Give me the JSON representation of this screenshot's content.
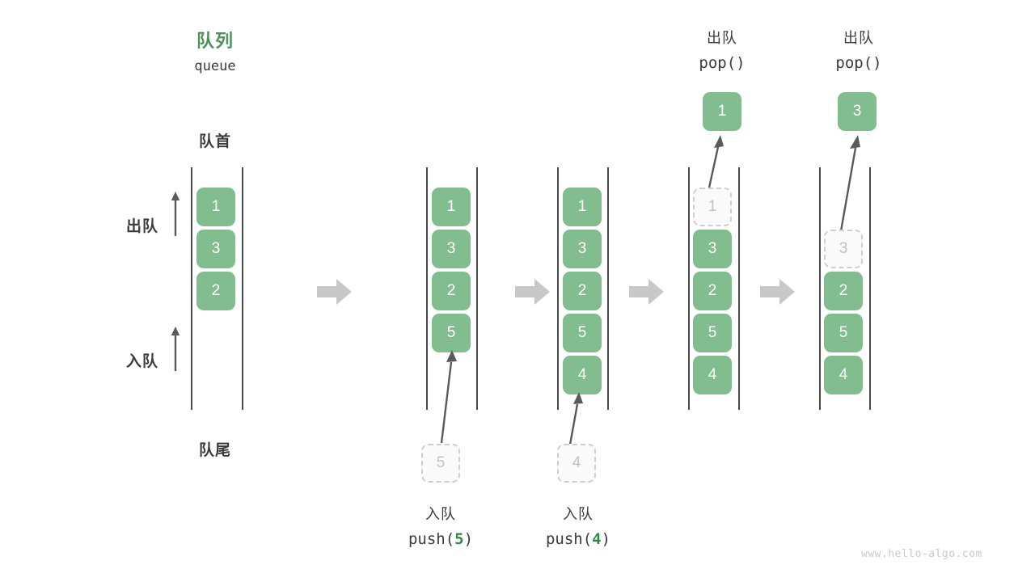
{
  "diagram": {
    "title_cn": "队列",
    "title_en": "queue",
    "front_label": "队首",
    "rear_label": "队尾",
    "dequeue_label": "出队",
    "enqueue_label": "入队",
    "watermark": "www.hello-algo.com",
    "colors": {
      "accent_green": "#82bd8f",
      "title_green": "#4d9159",
      "code_green": "#2e8b45",
      "ghost_border": "#cfcfcf",
      "ghost_fill": "#fafafa",
      "ghost_text": "#c2c2c2",
      "rail": "#4a4a4a",
      "step_arrow": "#c8c8c8",
      "text": "#3b3b3b",
      "watermark": "#c9c9c9"
    },
    "step_arrow_icon": "right-block-arrow",
    "up_arrow_icon": "up-arrow",
    "curve_arrow_icon": "curved-up-arrow"
  },
  "columns": [
    {
      "id": "initial",
      "caption_cn": "",
      "caption_code": "",
      "cells": [
        {
          "value": "1",
          "state": "filled"
        },
        {
          "value": "3",
          "state": "filled"
        },
        {
          "value": "2",
          "state": "filled"
        }
      ]
    },
    {
      "id": "push-5",
      "caption_cn": "入队",
      "caption_code_prefix": "push(",
      "caption_code_arg": "5",
      "caption_code_suffix": ")",
      "incoming_value": "5",
      "cells": [
        {
          "value": "1",
          "state": "filled"
        },
        {
          "value": "3",
          "state": "filled"
        },
        {
          "value": "2",
          "state": "filled"
        },
        {
          "value": "5",
          "state": "filled"
        }
      ]
    },
    {
      "id": "push-4",
      "caption_cn": "入队",
      "caption_code_prefix": "push(",
      "caption_code_arg": "4",
      "caption_code_suffix": ")",
      "incoming_value": "4",
      "cells": [
        {
          "value": "1",
          "state": "filled"
        },
        {
          "value": "3",
          "state": "filled"
        },
        {
          "value": "2",
          "state": "filled"
        },
        {
          "value": "5",
          "state": "filled"
        },
        {
          "value": "4",
          "state": "filled"
        }
      ]
    },
    {
      "id": "pop-1",
      "header_cn": "出队",
      "header_code": "pop()",
      "popped_value": "1",
      "cells": [
        {
          "value": "1",
          "state": "ghost"
        },
        {
          "value": "3",
          "state": "filled"
        },
        {
          "value": "2",
          "state": "filled"
        },
        {
          "value": "5",
          "state": "filled"
        },
        {
          "value": "4",
          "state": "filled"
        }
      ]
    },
    {
      "id": "pop-3",
      "header_cn": "出队",
      "header_code": "pop()",
      "popped_value": "3",
      "cells": [
        {
          "value": "",
          "state": "empty"
        },
        {
          "value": "3",
          "state": "ghost"
        },
        {
          "value": "2",
          "state": "filled"
        },
        {
          "value": "5",
          "state": "filled"
        },
        {
          "value": "4",
          "state": "filled"
        }
      ]
    }
  ]
}
